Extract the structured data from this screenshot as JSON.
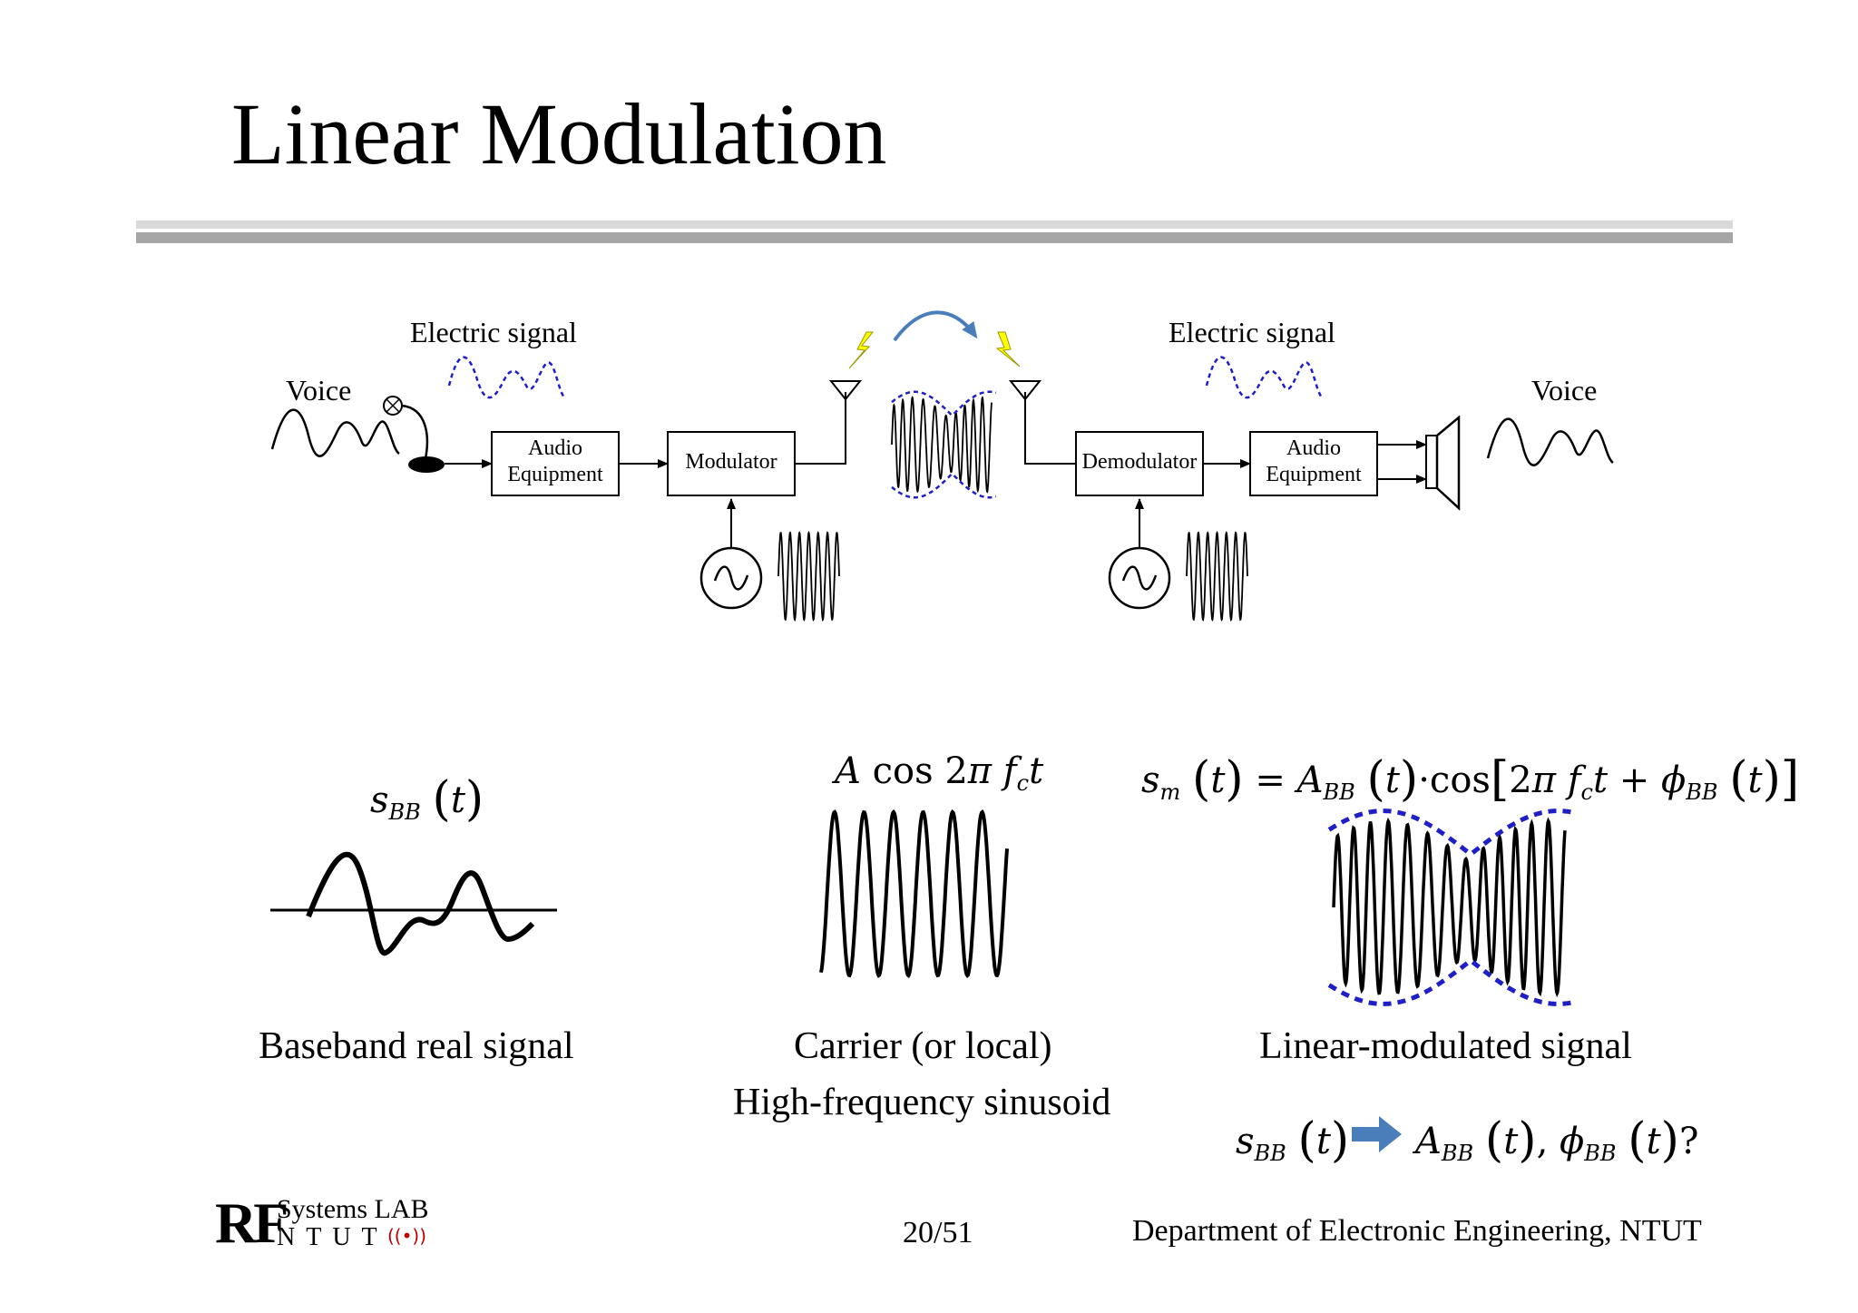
{
  "title": "Linear Modulation",
  "diagram": {
    "voice_left": "Voice",
    "voice_right": "Voice",
    "electric_signal_left": "Electric signal",
    "electric_signal_right": "Electric signal",
    "audio_equipment_tx_line1": "Audio",
    "audio_equipment_tx_line2": "Equipment",
    "modulator": "Modulator",
    "demodulator": "Demodulator",
    "audio_equipment_rx_line1": "Audio",
    "audio_equipment_rx_line2": "Equipment"
  },
  "signals": {
    "baseband_caption": "Baseband real signal",
    "carrier_caption_line1": "Carrier (or local)",
    "carrier_caption_line2": "High-frequency sinusoid",
    "modulated_caption": "Linear-modulated signal"
  },
  "colors": {
    "envelope": "#1f1fc8",
    "arrow": "#4a7ebb",
    "lightning": "#ffff00",
    "rule_light": "#d9d9d9",
    "rule_dark": "#a6a6a6",
    "logo_red": "#c00000"
  },
  "footer": {
    "page": "20/51",
    "department": "Department of Electronic Engineering, NTUT",
    "logo_rf": "RF",
    "logo_systems": "Systems LAB",
    "logo_ntut": "NTUT"
  }
}
